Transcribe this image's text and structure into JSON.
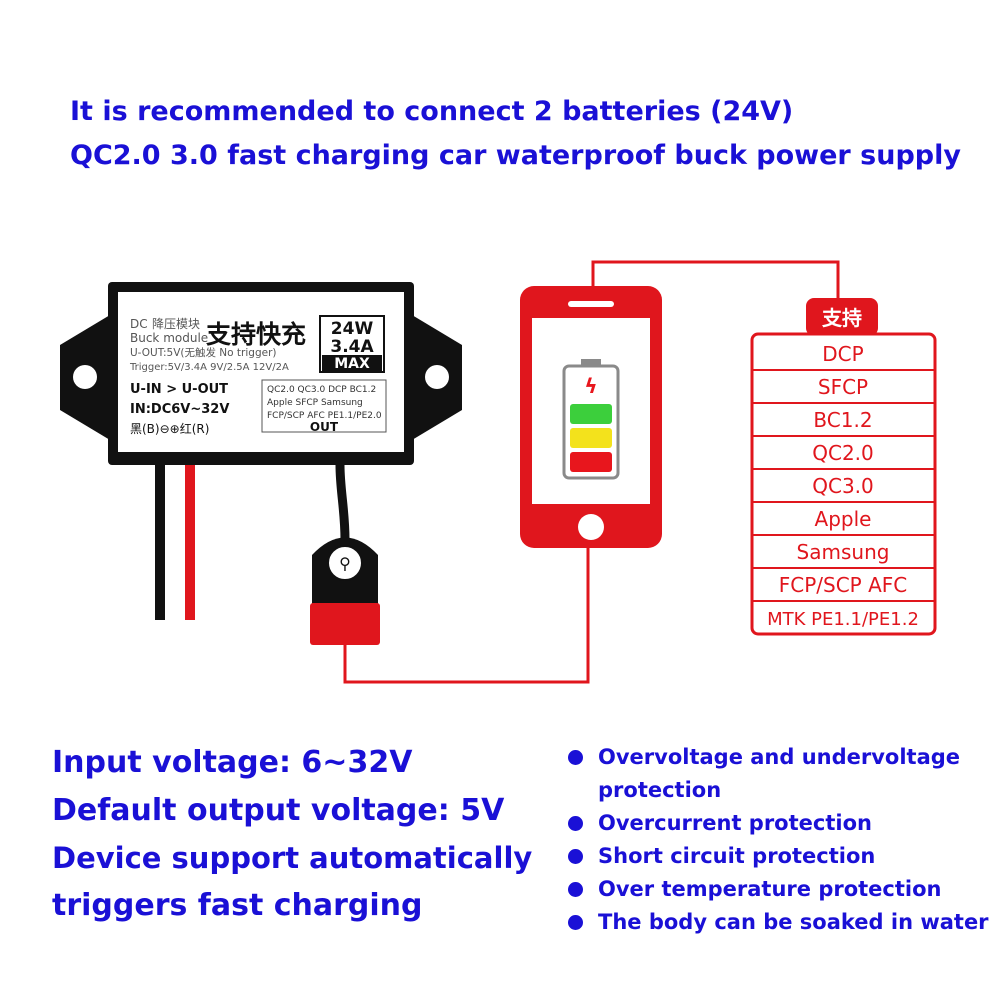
{
  "header": {
    "line1": "It is recommended to connect 2 batteries (24V)",
    "line2": "QC2.0 3.0 fast charging car waterproof buck power supply"
  },
  "module": {
    "dc_label": "DC",
    "cn_title": "降压模块",
    "buck_label": "Buck module",
    "big_title": "支持快充",
    "uout_line": "U-OUT:5V(无触发 No trigger)",
    "trigger_line": "Trigger:5V/3.4A  9V/2.5A 12V/2A",
    "badge_24w": "24W",
    "badge_34a": "3.4A",
    "badge_max": "MAX",
    "uin_uout": "U-IN > U-OUT",
    "in_range": "IN:DC6V~32V",
    "polarity": "黑(B)⊖⊕红(R)",
    "protocols_box": [
      "QC2.0  QC3.0  DCP  BC1.2",
      "Apple   SFCP   Samsung",
      "FCP/SCP AFC  PE1.1/PE2.0"
    ],
    "out_label": "OUT"
  },
  "protocol_list": {
    "title": "支持",
    "items": [
      "DCP",
      "SFCP",
      "BC1.2",
      "QC2.0",
      "QC3.0",
      "Apple",
      "Samsung",
      "FCP/SCP AFC",
      "MTK PE1.1/PE1.2"
    ]
  },
  "specs": {
    "input": "Input voltage: 6~32V",
    "output": "Default output voltage: 5V",
    "support1": "Device support automatically",
    "support2": "triggers fast charging"
  },
  "features": {
    "f1a": "Overvoltage and undervoltage",
    "f1b": "protection",
    "f2": "Overcurrent protection",
    "f3": "Short circuit protection",
    "f4": "Over temperature protection",
    "f5": "The body can be soaked in water"
  },
  "colors": {
    "headline_blue": "#1a10d6",
    "accent_red": "#e0161d",
    "battery_green": "#3ccf3c",
    "battery_yellow": "#f3e21c",
    "battery_red": "#e8161d"
  }
}
